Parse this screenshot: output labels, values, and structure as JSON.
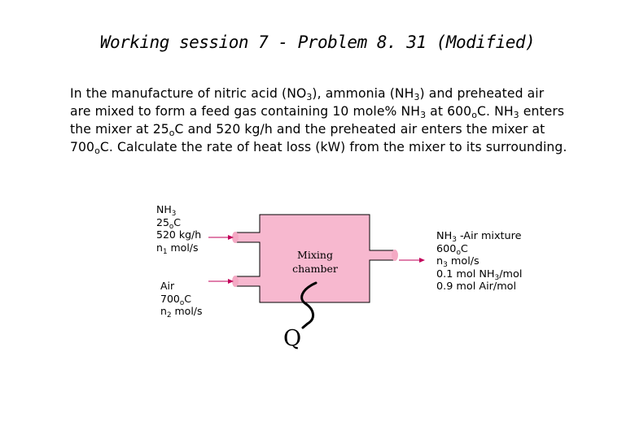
{
  "title": "Working session 7 - Problem 8. 31 (Modified)",
  "problem": {
    "l1a": "In the manufacture  of nitric acid (NO",
    "l1b": "3",
    "l1c": "), ammonia (NH",
    "l1d": "3",
    "l1e": ") and preheated air",
    "l2a": "are mixed to form a feed gas containing 10 mole% NH",
    "l2b": "3",
    "l2c": " at 600",
    "l2d": "o",
    "l2e": "C. NH",
    "l2f": "3",
    "l2g": " enters",
    "l3a": "the mixer at 25",
    "l3b": "o",
    "l3c": "C and 520 kg/h and the preheated air enters the mixer at",
    "l4a": "700",
    "l4b": "o",
    "l4c": "C. Calculate the rate of heat loss (kW) from the mixer to its surrounding."
  },
  "stream1": {
    "name": "NH",
    "name_sub": "3",
    "temp": "25",
    "temp_sup": "o",
    "temp_unit": "C",
    "flow": "520 kg/h",
    "molar": "n",
    "molar_sub": "1",
    "molar_unit": " mol/s"
  },
  "stream2": {
    "name": "Air",
    "temp": "700",
    "temp_sup": "o",
    "temp_unit": "C",
    "molar": "n",
    "molar_sub": "2",
    "molar_unit": " mol/s"
  },
  "mixer": {
    "line1": "Mixing",
    "line2": "chamber"
  },
  "heat": "Q",
  "product": {
    "name": "NH",
    "name_sub": "3",
    "name_rest": " -Air mixture",
    "temp": "600",
    "temp_sup": "o",
    "temp_unit": "C",
    "molar": "n",
    "molar_sub": "3",
    "molar_unit": " mol/s",
    "comp1a": "0.1 mol NH",
    "comp1b": "3",
    "comp1c": "/mol",
    "comp2": "0.9 mol Air/mol"
  },
  "colors": {
    "mixer_fill": "#f7b8cf",
    "arrow": "#c2005a"
  }
}
